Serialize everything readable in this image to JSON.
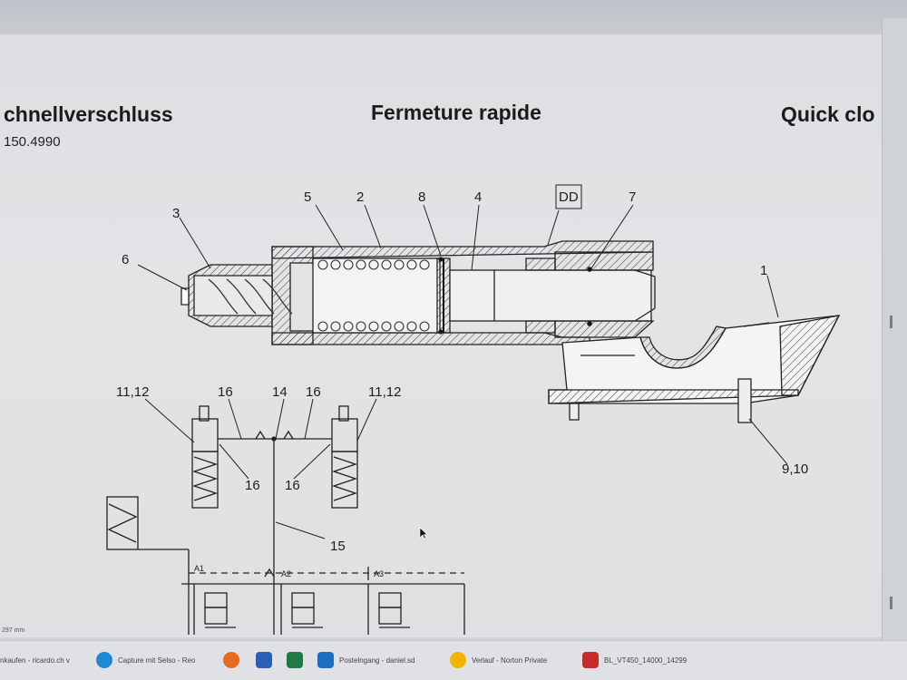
{
  "document": {
    "title_de": "chnellverschluss",
    "part_number": "150.4990",
    "title_fr": "Fermeture rapide",
    "title_en": "Quick clo"
  },
  "diagram": {
    "callouts": {
      "c5": "5",
      "c2": "2",
      "c8": "8",
      "c4": "4",
      "cDD": "DD",
      "c7": "7",
      "c3": "3",
      "c6": "6",
      "c1": "1",
      "c1112_left": "11,12",
      "c16_a": "16",
      "c14": "14",
      "c16_b": "16",
      "c1112_right": "11,12",
      "c16_c": "16",
      "c16_d": "16",
      "c15": "15",
      "c910": "9,10",
      "A1": "A1",
      "A2": "A2",
      "A3": "A3"
    }
  },
  "footer": {
    "scale_text": "297 mm"
  },
  "taskbar": {
    "items": [
      {
        "label": "nkaufen - ricardo.ch v",
        "icon": "window-icon",
        "color": "#8a8f96"
      },
      {
        "label": "Capture mit Selso - Reo",
        "icon": "edge-icon",
        "color": "#1e8ad6"
      },
      {
        "label": "",
        "icon": "firefox-icon",
        "color": "#e76a1f"
      },
      {
        "label": "",
        "icon": "word-icon",
        "color": "#2b5eb8"
      },
      {
        "label": "",
        "icon": "excel-icon",
        "color": "#1f7a45"
      },
      {
        "label": "Postelngang - daniel.sd",
        "icon": "outlook-icon",
        "color": "#1a6fc4"
      },
      {
        "label": "Verlauf - Norton Private",
        "icon": "norton-icon",
        "color": "#f0b400"
      },
      {
        "label": "BL_VT450_14000_14299",
        "icon": "pdf-icon",
        "color": "#c62a2a"
      }
    ]
  }
}
